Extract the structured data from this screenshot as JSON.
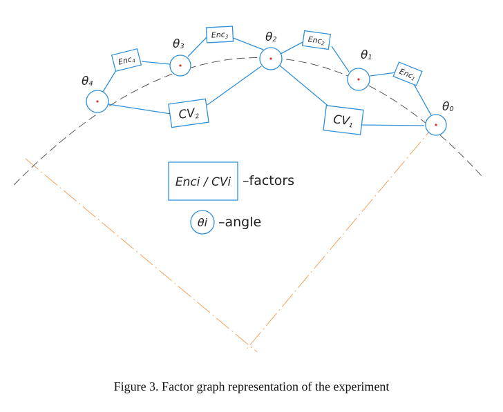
{
  "nodes": [
    {
      "id": "theta0",
      "symbol": "θ",
      "index": "0"
    },
    {
      "id": "theta1",
      "symbol": "θ",
      "index": "1"
    },
    {
      "id": "theta2",
      "symbol": "θ",
      "index": "2"
    },
    {
      "id": "theta3",
      "symbol": "θ",
      "index": "3"
    },
    {
      "id": "theta4",
      "symbol": "θ",
      "index": "4"
    }
  ],
  "factors": [
    {
      "id": "enc1",
      "base": "Enc",
      "index": "1",
      "connects": [
        "theta0",
        "theta1"
      ]
    },
    {
      "id": "enc2",
      "base": "Enc",
      "index": "2",
      "connects": [
        "theta1",
        "theta2"
      ]
    },
    {
      "id": "enc3",
      "base": "Enc",
      "index": "3",
      "connects": [
        "theta2",
        "theta3"
      ]
    },
    {
      "id": "enc4",
      "base": "Enc",
      "index": "4",
      "connects": [
        "theta3",
        "theta4"
      ]
    },
    {
      "id": "cv1",
      "base": "CV",
      "index": "1",
      "connects": [
        "theta0",
        "theta2"
      ]
    },
    {
      "id": "cv2",
      "base": "CV",
      "index": "2",
      "connects": [
        "theta2",
        "theta4"
      ]
    }
  ],
  "legend": {
    "factor_symbol": "Enci / CVi",
    "factor_label": "–factors",
    "angle_symbol": "θi",
    "angle_label": "–angle"
  },
  "caption": "Figure 3. Factor graph representation of the experiment",
  "colors": {
    "edge": "#2f8fd8",
    "arc": "#555555",
    "radius": "#f5a15a",
    "center_dot": "#e03030"
  }
}
